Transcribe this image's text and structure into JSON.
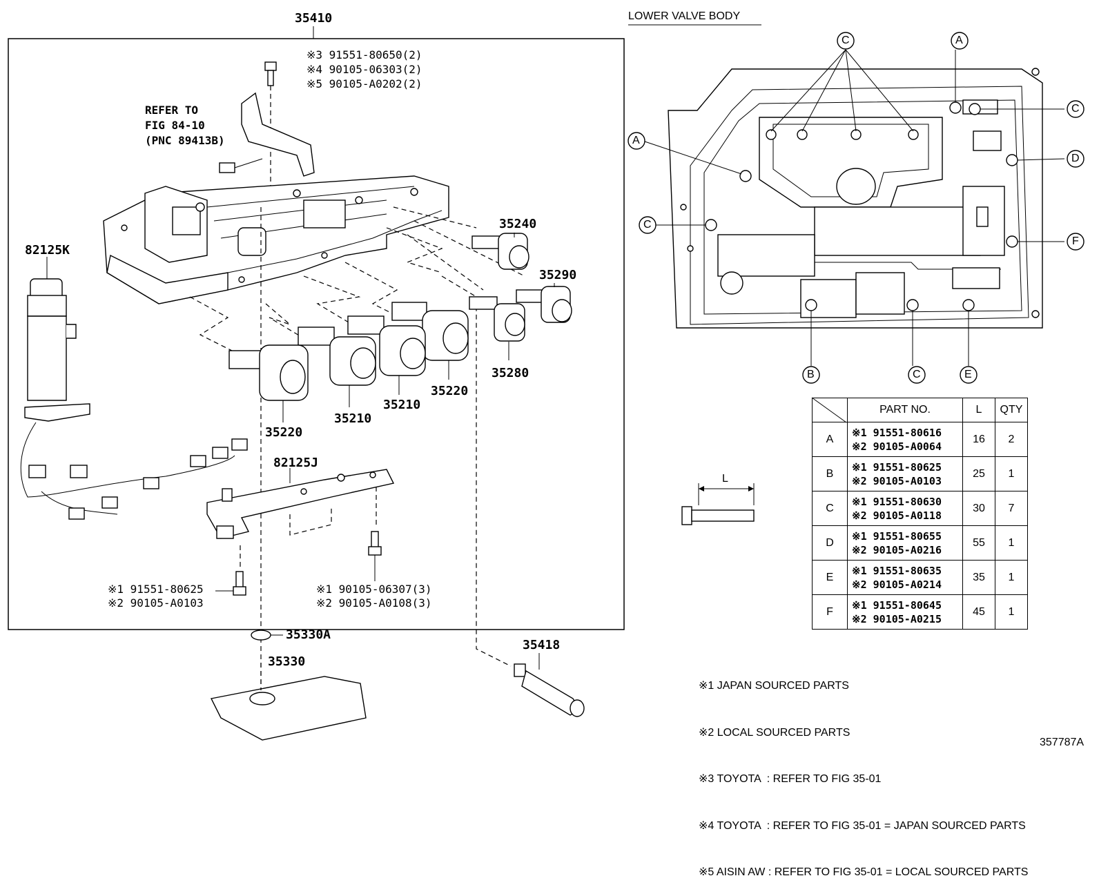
{
  "left": {
    "assembly_no": "35410",
    "bolt_top": [
      "※3 91551-80650(2)",
      "※4 90105-06303(2)",
      "※5 90105-A0202(2)"
    ],
    "refer": [
      "REFER TO",
      "FIG 84-10",
      "(PNC 89413B)"
    ],
    "harness_no": "82125K",
    "plate_no": "82125J",
    "parts": {
      "p35240": "35240",
      "p35290": "35290",
      "p35280": "35280",
      "p35220a": "35220",
      "p35220b": "35220",
      "p35210a": "35210",
      "p35210b": "35210"
    },
    "bolt_bl": [
      "※1 91551-80625",
      "※2 90105-A0103"
    ],
    "bolt_br": [
      "※1 90105-06307(3)",
      "※2 90105-A0108(3)"
    ],
    "oring": "35330A",
    "strainer": "35330",
    "pipe": "35418"
  },
  "right": {
    "title": "LOWER VALVE BODY",
    "callouts": {
      "c1": "C",
      "a_top": "A",
      "c_right": "C",
      "a_left": "A",
      "d": "D",
      "c_left": "C",
      "f": "F",
      "b": "B",
      "c_bottom": "C",
      "e": "E"
    },
    "bolt_dim": "L"
  },
  "table": {
    "headers": [
      "PART NO.",
      "L",
      "QTY"
    ],
    "rows": [
      {
        "id": "A",
        "p1": "※1 91551-80616",
        "p2": "※2 90105-A0064",
        "l": "16",
        "qty": "2"
      },
      {
        "id": "B",
        "p1": "※1 91551-80625",
        "p2": "※2 90105-A0103",
        "l": "25",
        "qty": "1"
      },
      {
        "id": "C",
        "p1": "※1 91551-80630",
        "p2": "※2 90105-A0118",
        "l": "30",
        "qty": "7"
      },
      {
        "id": "D",
        "p1": "※1 91551-80655",
        "p2": "※2 90105-A0216",
        "l": "55",
        "qty": "1"
      },
      {
        "id": "E",
        "p1": "※1 91551-80635",
        "p2": "※2 90105-A0214",
        "l": "35",
        "qty": "1"
      },
      {
        "id": "F",
        "p1": "※1 91551-80645",
        "p2": "※2 90105-A0215",
        "l": "45",
        "qty": "1"
      }
    ]
  },
  "notes": [
    "※1 JAPAN SOURCED PARTS",
    "※2 LOCAL SOURCED PARTS",
    "※3 TOYOTA  : REFER TO FIG 35-01",
    "※4 TOYOTA  : REFER TO FIG 35-01 = JAPAN SOURCED PARTS",
    "※5 AISIN AW : REFER TO FIG 35-01 = LOCAL SOURCED PARTS"
  ],
  "figure_no": "357787A"
}
